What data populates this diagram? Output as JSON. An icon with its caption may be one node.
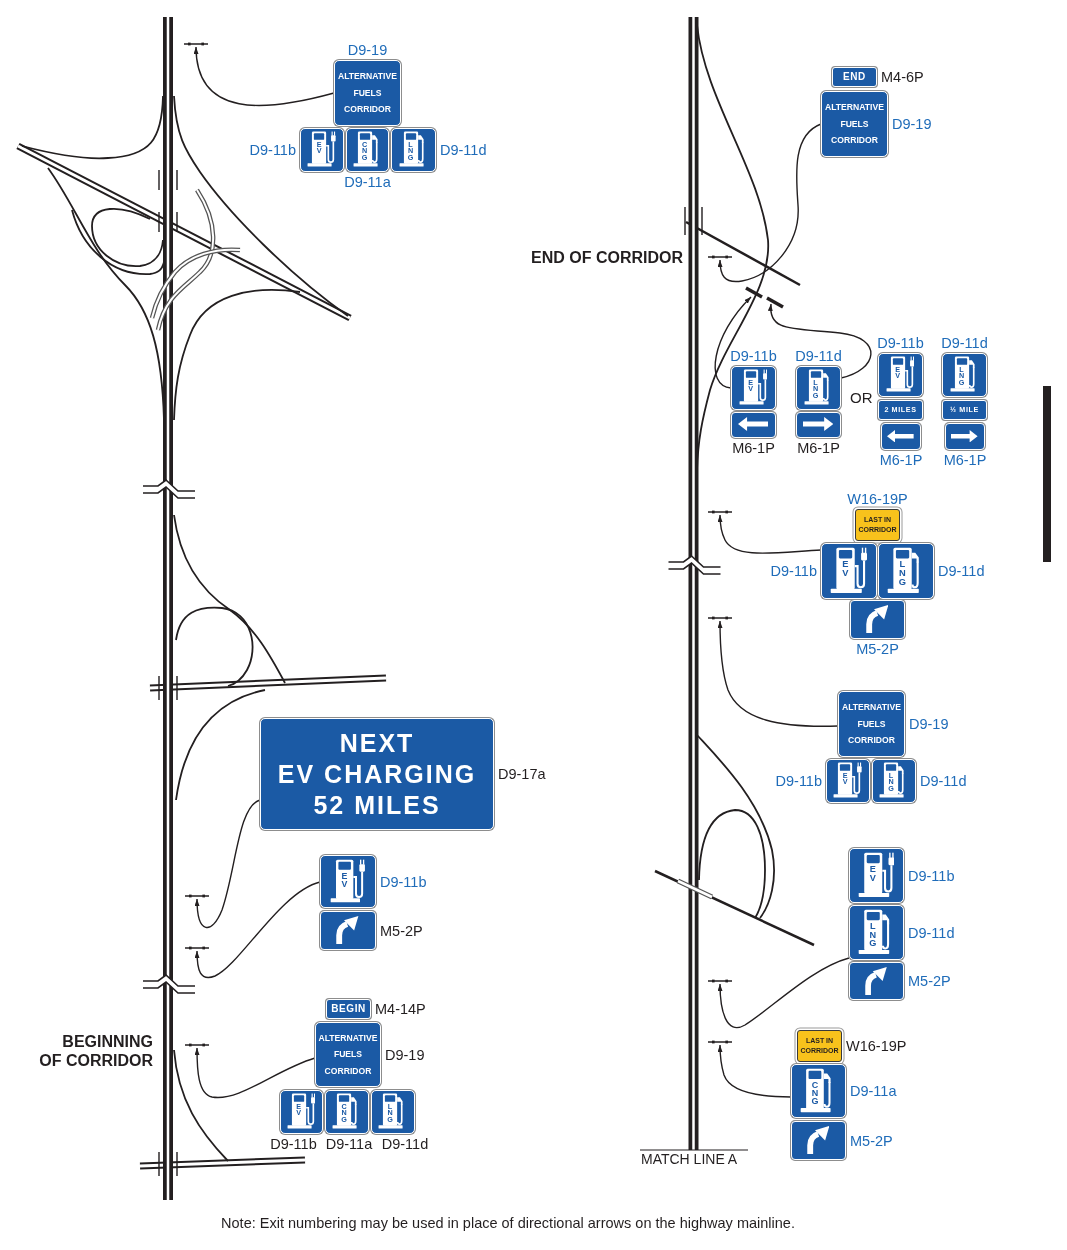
{
  "diagram": {
    "caption": "Note: Exit numbering may be used in place of directional arrows on the highway mainline.",
    "nodes": [
      {
        "text": [
          "ALTERNATIVE FUELS CORRIDOR"
        ],
        "beside": [
          "D9-19"
        ]
      },
      {
        "text": [
          "EV"
        ],
        "beside": [
          "D9-11b"
        ]
      },
      {
        "text": [
          "CNG"
        ],
        "beside": [
          "D9-11a"
        ]
      },
      {
        "text": [
          "LNG"
        ],
        "beside": [
          "D9-11d"
        ]
      },
      {
        "text": [
          "NEXT EV CHARGING 52 MILES"
        ],
        "beside": [
          "D9-17a"
        ]
      },
      {
        "text": [
          "EV"
        ],
        "beside": [
          "D9-11b"
        ]
      },
      {
        "text": [],
        "shape": "box",
        "beside": [
          "M5-2P"
        ]
      },
      {
        "text": [
          "BEGIN"
        ],
        "beside": [
          "M4-14P"
        ]
      },
      {
        "text": [
          "ALTERNATIVE FUELS CORRIDOR"
        ],
        "beside": [
          "D9-19"
        ]
      },
      {
        "text": [
          "EV"
        ],
        "beside": [
          "D9-11b"
        ]
      },
      {
        "text": [
          "CNG"
        ],
        "beside": [
          "D9-11a"
        ]
      },
      {
        "text": [
          "LNG"
        ],
        "beside": [
          "D9-11d"
        ]
      },
      {
        "text": [
          "END"
        ],
        "beside": [
          "M4-6P"
        ]
      },
      {
        "text": [
          "ALTERNATIVE FUELS CORRIDOR"
        ],
        "beside": [
          "D9-19"
        ]
      },
      {
        "text": [
          "EV"
        ],
        "beside": [
          "D9-11b"
        ]
      },
      {
        "text": [],
        "shape": "box",
        "beside": [
          "M6-1P"
        ]
      },
      {
        "text": [
          "LNG"
        ],
        "beside": [
          "D9-11d"
        ]
      },
      {
        "text": [],
        "shape": "box",
        "beside": [
          "M6-1P"
        ]
      },
      {
        "text": [
          "EV"
        ],
        "beside": [
          "D9-11b"
        ]
      },
      {
        "text": [
          "2 MILES"
        ]
      },
      {
        "text": [],
        "shape": "box",
        "beside": [
          "M6-1P"
        ]
      },
      {
        "text": [
          "LNG"
        ],
        "beside": [
          "D9-11d"
        ]
      },
      {
        "text": [
          "½ MILE"
        ]
      },
      {
        "text": [],
        "shape": "box",
        "beside": [
          "M6-1P"
        ]
      },
      {
        "text": [
          "LAST IN CORRIDOR"
        ],
        "beside": [
          "W16-19P"
        ]
      },
      {
        "text": [
          "EV"
        ],
        "beside": [
          "D9-11b"
        ]
      },
      {
        "text": [
          "LNG"
        ],
        "beside": [
          "D9-11d"
        ]
      },
      {
        "text": [],
        "shape": "box",
        "beside": [
          "M5-2P"
        ]
      },
      {
        "text": [
          "ALTERNATIVE FUELS CORRIDOR"
        ],
        "beside": [
          "D9-19"
        ]
      },
      {
        "text": [
          "EV"
        ],
        "beside": [
          "D9-11b"
        ]
      },
      {
        "text": [
          "LNG"
        ],
        "beside": [
          "D9-11d"
        ]
      },
      {
        "text": [
          "EV"
        ],
        "beside": [
          "D9-11b"
        ]
      },
      {
        "text": [
          "LNG"
        ],
        "beside": [
          "D9-11d"
        ]
      },
      {
        "text": [],
        "shape": "box",
        "beside": [
          "M5-2P"
        ]
      },
      {
        "text": [
          "LAST IN CORRIDOR"
        ],
        "beside": [
          "W16-19P"
        ]
      },
      {
        "text": [
          "CNG"
        ],
        "beside": [
          "D9-11a"
        ]
      },
      {
        "text": [],
        "shape": "box",
        "beside": [
          "M5-2P"
        ]
      }
    ],
    "edges": [
      {
        "from": 0,
        "to": null,
        "arrow": "to"
      },
      {
        "from": 4,
        "to": null,
        "arrow": "to"
      },
      {
        "from": 5,
        "to": null,
        "arrow": "to"
      },
      {
        "from": 8,
        "to": null,
        "arrow": "to"
      },
      {
        "from": 13,
        "to": null,
        "arrow": "to"
      },
      {
        "from": 14,
        "to": null,
        "arrow": "to"
      },
      {
        "from": 16,
        "to": null,
        "arrow": "to"
      },
      {
        "from": 25,
        "to": null,
        "arrow": "to"
      },
      {
        "from": 28,
        "to": null,
        "arrow": "to"
      },
      {
        "from": 32,
        "to": null,
        "arrow": "to"
      },
      {
        "from": 35,
        "to": null,
        "arrow": "to"
      }
    ],
    "labels": [
      "END OF CORRIDOR",
      "OR",
      "BEGINNING OF CORRIDOR",
      "MATCH LINE A"
    ]
  }
}
